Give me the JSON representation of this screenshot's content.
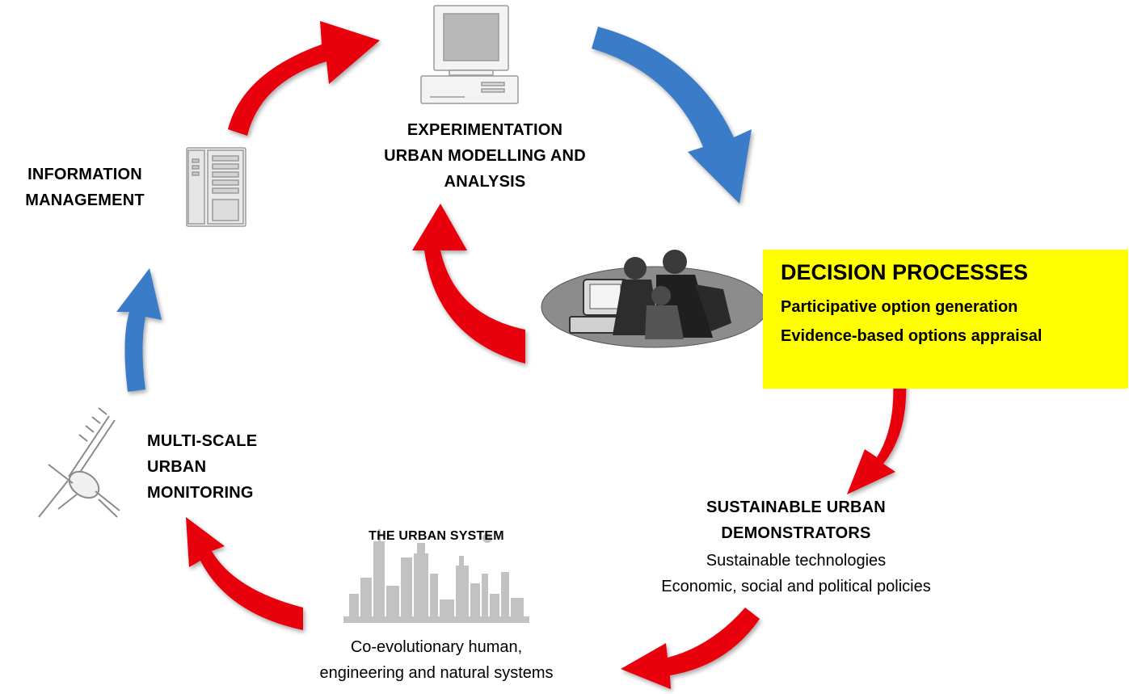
{
  "nodes": {
    "experimentation": {
      "line1": "EXPERIMENTATION",
      "line2": "URBAN MODELLING AND",
      "line3": "ANALYSIS"
    },
    "information": {
      "line1": "INFORMATION",
      "line2": "MANAGEMENT"
    },
    "decision": {
      "title": "DECISION PROCESSES",
      "line1": "Participative option generation",
      "line2": "Evidence-based options appraisal"
    },
    "monitoring": {
      "line1": "MULTI-SCALE",
      "line2": "URBAN",
      "line3": "MONITORING"
    },
    "urban_system": {
      "title": "THE URBAN SYSTEM",
      "line1": "Co-evolutionary human,",
      "line2": "engineering and natural systems"
    },
    "demonstrators": {
      "line1": "SUSTAINABLE URBAN",
      "line2": "DEMONSTRATORS",
      "line3": "Sustainable technologies",
      "line4": "Economic, social and political policies"
    }
  },
  "colors": {
    "red_arrow": "#e8000f",
    "blue_arrow": "#3a7cc9",
    "highlight": "#ffff00",
    "icon_gray": "#c0c0c0"
  },
  "icons": [
    "computer-icon",
    "server-rack-icon",
    "people-at-computer-icon",
    "satellite-icon",
    "city-skyline-icon"
  ]
}
